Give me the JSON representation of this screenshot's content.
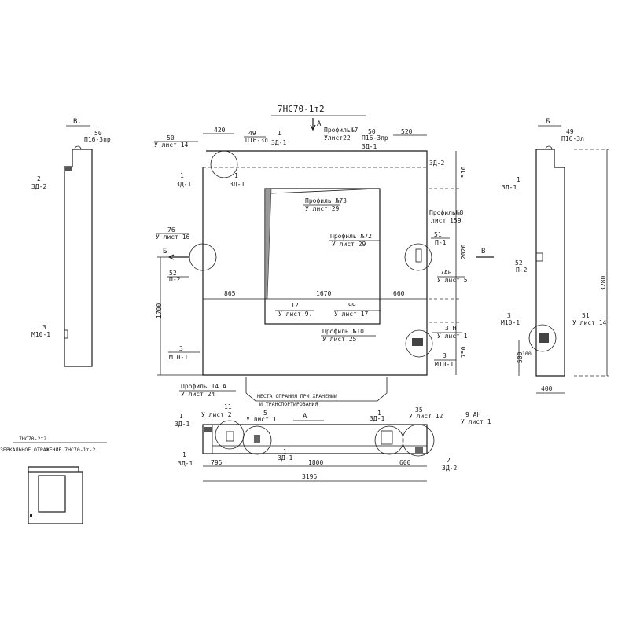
{
  "titles": {
    "main": "7НС70-1т2",
    "mirror_title": "7НС70-2т2",
    "mirror_note": "ЗЕРКАЛЬНОЕ ОТРАЖЕНИЕ 7НС70-1т-2",
    "view_b": "Б",
    "view_v": "В.",
    "view_a": "А",
    "arrow_a": "А",
    "arrow_b_left": "Б",
    "arrow_v_right": "В"
  },
  "dims": {
    "d420": "420",
    "d520": "520",
    "d510": "510",
    "d2020": "2020",
    "d750": "750",
    "d1700": "1700",
    "d865": "865",
    "d1670": "1670",
    "d660": "660",
    "d795": "795",
    "d1800": "1800",
    "d600": "600",
    "d3195": "3195",
    "d3280": "3280",
    "d400": "400",
    "d500": "500",
    "d100": "100"
  },
  "callouts": {
    "c49_n": "49",
    "c49_d": "П16-3л",
    "c1_top_n": "1",
    "c1_top_d": "3Д-1",
    "prof7_n": "Профиль№7",
    "prof7_d": "Улист22",
    "c50_top_n": "50",
    "c50_top_d": "П16-3пр",
    "c1_top2_d": "3Д-1",
    "c50_l_n": "50",
    "c50_l_d": "У лист 14",
    "c1_l1_n": "1",
    "c1_l1_d": "3Д-1",
    "c1_l2_n": "1",
    "c1_l2_d": "3Д-1",
    "c3d2": "3Д-2",
    "prof73_n": "Профиль №73",
    "prof73_d": "У лист 29",
    "prof8_n": "Профиль№8",
    "prof8_d": "лист 159",
    "prof72_n": "Профиль №72",
    "prof72_d": "У лист 29",
    "c76_n": "76",
    "c76_d": "У лист 16",
    "c52_n": "52",
    "c52_d": "П-2",
    "c51_n": "51",
    "c51_d": "П-1",
    "c7an_n": "7Ан",
    "c7an_d": "У лист 5",
    "c12_n": "12",
    "c12_d": "У лист 9.",
    "c99_n": "99",
    "c99_d": "У лист 17",
    "prof10_n": "Профиль №10",
    "prof10_d": "У лист 25",
    "c3n_n": "3 Н",
    "c3n_d": "У лист 1",
    "c3_r_n": "3",
    "c3_r_d": "М10-1",
    "c3_l_n": "3",
    "c3_l_d": "М10-1",
    "prof14_n": "Профиль 14 А",
    "prof14_d": "У лист 24",
    "support_1": "МЕСТА ОПРАНИЯ ПРИ ХРАНЕНИИ",
    "support_2": "И ТРАНСПОРТИРОВАНИЯ",
    "a_c1_n": "1",
    "a_c1_d": "3Д-1",
    "a_c11_n": "11",
    "a_c11_d": "У лист 2",
    "a_c5_n": "5",
    "a_c5_d": "У лист 1",
    "a_c1b_n": "1",
    "a_c1b_d": "3Д-1",
    "a_c35_n": "35",
    "a_c35_d": "У лист 12",
    "a_c9_n": "9 АН",
    "a_c9_d": "У лист 1",
    "a_c1c_n": "1",
    "a_c1c_d": "3Д-1",
    "a_c1d_n": "1",
    "a_c1d_d": "3Д-1",
    "a_c2_n": "2",
    "a_c2_d": "3Д-2",
    "b_c49_n": "49",
    "b_c49_d": "П16-3л",
    "b_c1_n": "1",
    "b_c1_d": "3Д-1",
    "b_c52_n": "52",
    "b_c52_d": "П-2",
    "b_c3_n": "3",
    "b_c3_d": "М10-1",
    "b_c51_n": "51",
    "b_c51_d": "У лист 14",
    "v_c50_n": "50",
    "v_c50_d": "П16-3пр",
    "v_c2_n": "2",
    "v_c2_d": "3Д-2",
    "v_c3_n": "3",
    "v_c3_d": "М10-1"
  }
}
